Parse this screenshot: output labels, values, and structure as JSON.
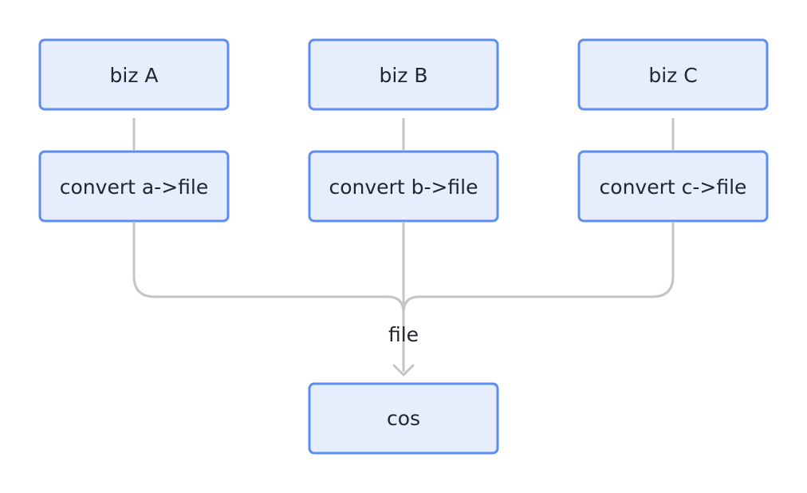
{
  "diagram": {
    "nodes": {
      "biz_a": "biz A",
      "biz_b": "biz B",
      "biz_c": "biz C",
      "convert_a": "convert a->file",
      "convert_b": "convert b->file",
      "convert_c": "convert c->file",
      "cos": "cos"
    },
    "edge_label": "file"
  },
  "colors": {
    "node_fill": "#e6edfd",
    "node_border": "#5c8ef2",
    "edge": "#c4c4c4",
    "text": "#22262e"
  }
}
